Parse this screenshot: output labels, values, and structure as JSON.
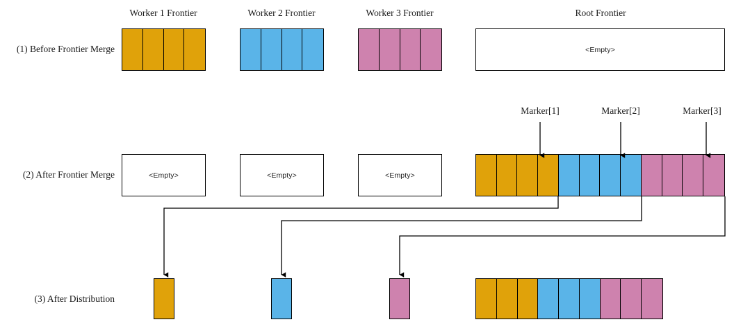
{
  "diagram": {
    "title_row_labels": [
      "(1) Before Frontier Merge",
      "(2) After Frontier Merge",
      "(3) After Distribution"
    ],
    "column_titles": [
      "Worker 1 Frontier",
      "Worker 2 Frontier",
      "Worker 3 Frontier",
      "Root Frontier"
    ],
    "empty_text": "<Empty>",
    "markers": [
      {
        "label": "Marker[1]"
      },
      {
        "label": "Marker[2]"
      },
      {
        "label": "Marker[3]"
      }
    ],
    "colors": {
      "orange": "#E0A20A",
      "blue": "#5AB4E8",
      "pink": "#CE82AE",
      "stroke": "#000000",
      "background": "#FFFFFF"
    },
    "row1": {
      "worker1_cells": 4,
      "worker2_cells": 4,
      "worker3_cells": 4,
      "root_state": "<Empty>"
    },
    "row2": {
      "worker1_state": "<Empty>",
      "worker2_state": "<Empty>",
      "worker3_state": "<Empty>",
      "root_segments": [
        {
          "color": "orange",
          "cells": 4
        },
        {
          "color": "blue",
          "cells": 4
        },
        {
          "color": "pink",
          "cells": 4
        }
      ]
    },
    "row3": {
      "worker1_cells": 1,
      "worker2_cells": 1,
      "worker3_cells": 1,
      "root_segments": [
        {
          "color": "orange",
          "cells": 3
        },
        {
          "color": "blue",
          "cells": 3
        },
        {
          "color": "pink",
          "cells": 3
        }
      ]
    }
  }
}
